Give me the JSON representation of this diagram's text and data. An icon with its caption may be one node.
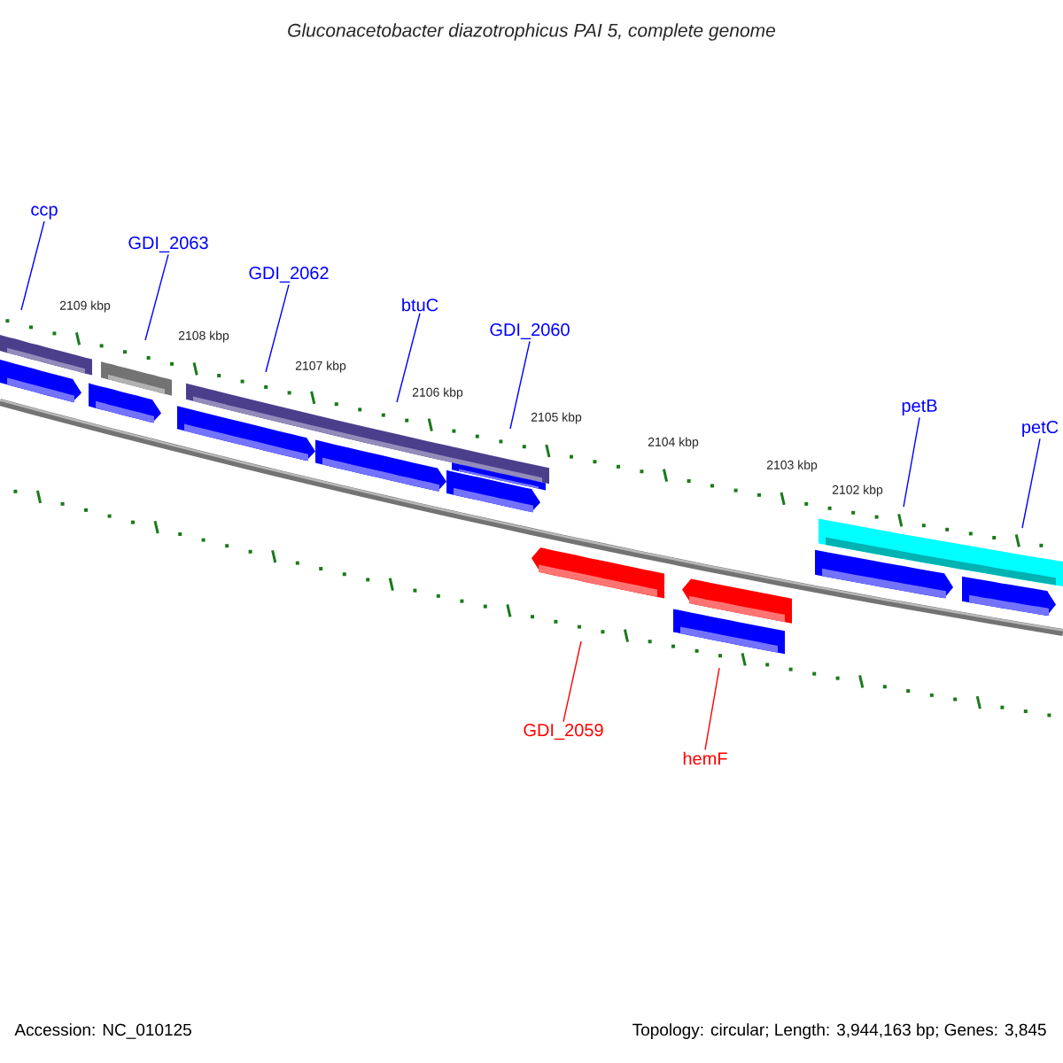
{
  "diagram": {
    "title": "Gluconacetobacter diazotrophicus PAI 5, complete genome",
    "nodes": [
      {
        "text": [
          "ccp"
        ]
      },
      {
        "text": [
          "GDI_2063"
        ]
      },
      {
        "text": [
          "GDI_2062"
        ]
      },
      {
        "text": [
          "btuC"
        ]
      },
      {
        "text": [
          "GDI_2060"
        ]
      },
      {
        "text": [
          "petB"
        ]
      },
      {
        "text": [
          "petC"
        ]
      },
      {
        "text": [
          "GDI_2059"
        ]
      },
      {
        "text": [
          "hemF"
        ]
      }
    ],
    "edges": [
      {
        "from": 0,
        "to": null,
        "arrow": "none"
      },
      {
        "from": 1,
        "to": null,
        "arrow": "none"
      },
      {
        "from": 2,
        "to": null,
        "arrow": "none"
      },
      {
        "from": 3,
        "to": null,
        "arrow": "none"
      },
      {
        "from": 4,
        "to": null,
        "arrow": "none"
      },
      {
        "from": 5,
        "to": null,
        "arrow": "none"
      },
      {
        "from": 6,
        "to": null,
        "arrow": "none"
      },
      {
        "from": 7,
        "to": null,
        "arrow": "none",
        "color": "#ff0000"
      },
      {
        "from": 8,
        "to": null,
        "arrow": "none",
        "color": "#ff0000"
      }
    ],
    "labels": [
      "2109 kbp",
      "2108 kbp",
      "2107 kbp",
      "2106 kbp",
      "2105 kbp",
      "2104 kbp",
      "2103 kbp",
      "2102 kbp",
      "Accession: NC_010125",
      "Topology: circular; Length: 3,944,163 bp; Genes: 3,845"
    ]
  }
}
